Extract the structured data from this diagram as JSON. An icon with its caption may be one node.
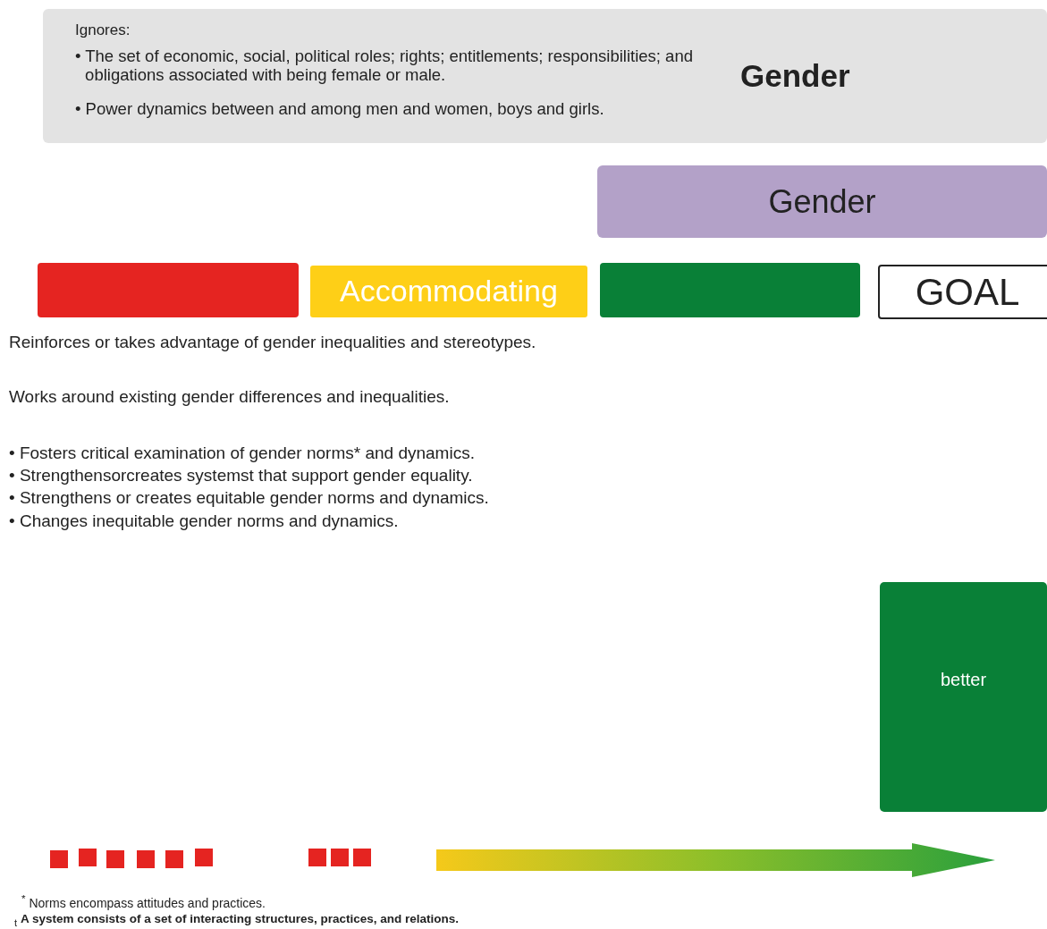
{
  "diagram": {
    "nodes": [
      {
        "text": [
          "Ignores:",
          "• The set of economic, social, political roles; rights; entitlements; responsibilities; and obligations associated with being female or male.",
          "• Power dynamics between and among men and women, boys and girls.",
          "Gender"
        ]
      },
      {
        "text": [
          "Gender"
        ]
      },
      {
        "text": [],
        "shape": "box"
      },
      {
        "text": [
          "Accommodating"
        ]
      },
      {
        "text": [],
        "shape": "box"
      },
      {
        "text": [
          "GOAL"
        ]
      },
      {
        "text": [
          "better"
        ]
      }
    ],
    "labels": [
      "Reinforces or takes advantage of gender inequalities and stereotypes.",
      "Works around existing gender differences and inequalities.",
      "• Fosters critical examination of gender norms* and dynamics.",
      "• Strengthensorcreates systemst that support gender equality.",
      "• Strengthens or creates equitable gender norms and dynamics.",
      "• Changes inequitable gender norms and dynamics.",
      "$^{*}$ Norms encompass attitudes and practices.",
      "$_{t}$ **A system consists of a set of interacting structures, practices, and relations.**"
    ]
  }
}
